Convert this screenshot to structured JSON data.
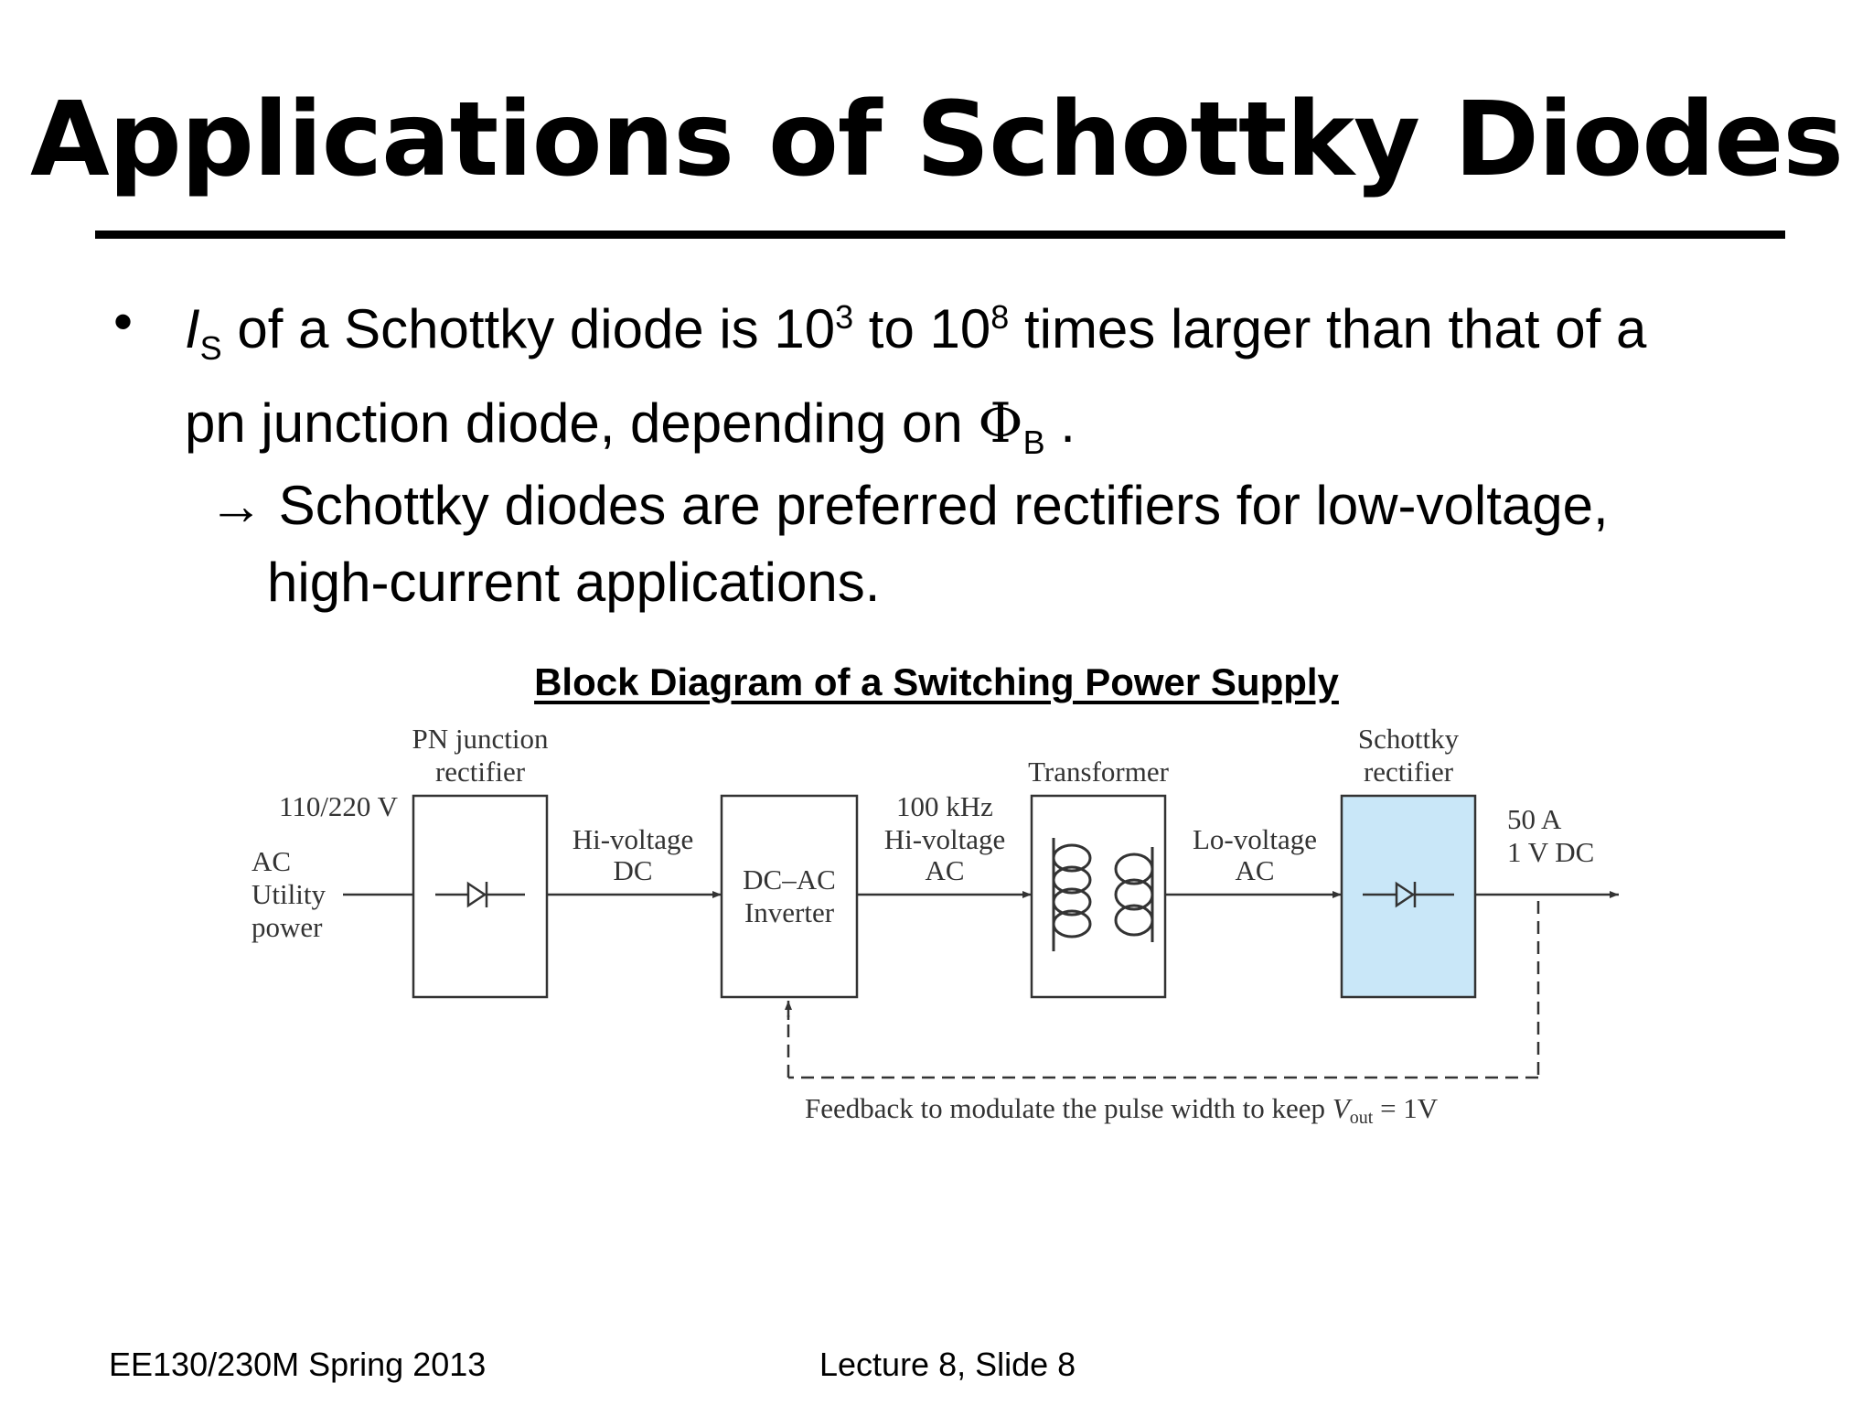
{
  "slide": {
    "title": "Applications of Schottky Diodes",
    "bullet": {
      "symbol": "•",
      "is_main": "I",
      "is_sub": "S",
      "part1": " of a Schottky diode is 10",
      "exp1": "3",
      "part2": " to 10",
      "exp2": "8",
      "part3": " times larger than that of a",
      "line2": "pn junction diode, depending on ",
      "phi": "Φ",
      "phi_sub": "B",
      "line2_end": " ."
    },
    "subpoint": {
      "arrow": "→",
      "line1": " Schottky diodes are preferred rectifiers for low-voltage,",
      "line2": "high-current applications."
    },
    "diagram": {
      "caption": "Block Diagram of a Switching Power Supply",
      "input_voltage": "110/220 V",
      "input_1": "AC",
      "input_2": "Utility",
      "input_3": "power",
      "pn_rect_1": "PN junction",
      "pn_rect_2": "rectifier",
      "hv_dc_1": "Hi-voltage",
      "hv_dc_2": "DC",
      "inverter_1": "DC–AC",
      "inverter_2": "Inverter",
      "hv_ac_1": "100 kHz",
      "hv_ac_2": "Hi-voltage",
      "hv_ac_3": "AC",
      "transformer": "Transformer",
      "lv_ac_1": "Lo-voltage",
      "lv_ac_2": "AC",
      "schottky_1": "Schottky",
      "schottky_2": "rectifier",
      "output_1": "50 A",
      "output_2": "1 V DC",
      "feedback": "Feedback to modulate the pulse width to keep ",
      "feedback_v": "V",
      "feedback_sub": "out",
      "feedback_end": " = 1V",
      "schottky_fill": "#c9e7f8"
    },
    "footer_left": "EE130/230M Spring 2013",
    "footer_center": "Lecture 8, Slide 8"
  }
}
